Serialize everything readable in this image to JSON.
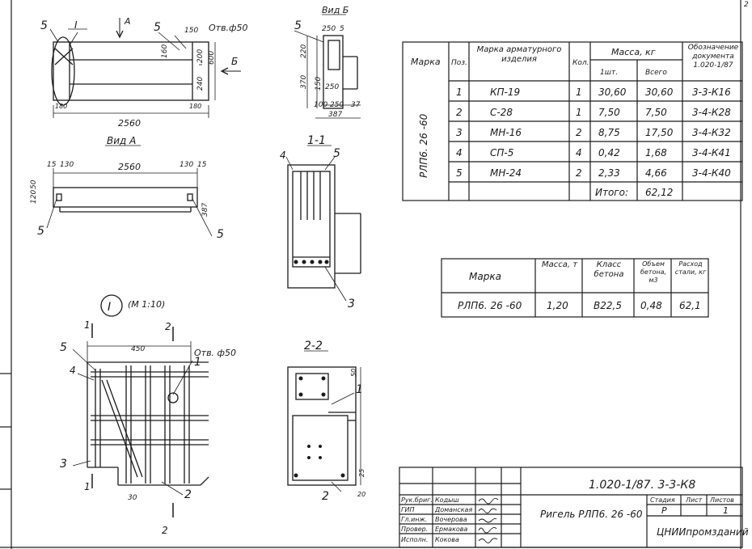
{
  "page_corner": "2",
  "drawing": {
    "view_labels": {
      "vid_b": "Вид Б",
      "vid_a": "Вид А",
      "section_1": "1-1",
      "section_2": "2-2",
      "node": "I",
      "node_scale": "(М 1:10)",
      "arrow_a": "А",
      "arrow_b": "Б"
    },
    "callouts": {
      "c1": "1",
      "c2": "2",
      "c3": "3",
      "c4": "4",
      "c5": "5",
      "roman": "I"
    },
    "dims_main": {
      "d_150": "150",
      "hole": "Отв.ф50",
      "d_160": "160",
      "d_200": "200",
      "d_600": "600",
      "d_240": "240",
      "d_180": "180",
      "d_2560": "2560"
    },
    "dims_vidb": {
      "d_250": "250",
      "d_5": "5",
      "d_220": "220",
      "d_370": "370",
      "d_150": "150",
      "d_250b": "250",
      "d_100": "100",
      "d_250c": "250",
      "d_37": "37",
      "d_387": "387"
    },
    "dims_vida": {
      "d_15": "15",
      "d_130": "130",
      "d_2560": "2560",
      "d_130r": "130",
      "d_15r": "15",
      "d_120": "120",
      "d_50": "50",
      "d_387": "387"
    },
    "dims_node": {
      "d_450": "450",
      "hole": "Отв. ф50",
      "d_30": "30"
    },
    "dims_sec2": {
      "d_50": "50",
      "d_25": "25",
      "d_20": "20"
    }
  },
  "spec_table": {
    "headers": {
      "marka": "Марка",
      "poz": "Поз.",
      "marka_arm": "Марка арматурного изделия",
      "kol": "Кол.",
      "massa": "Масса, кг",
      "one": "1шт.",
      "all": "Всего",
      "oboz": "Обозначение документа 1.020-1/87"
    },
    "marka_value": "РЛП6. 26 -60",
    "rows": [
      {
        "poz": "1",
        "item": "КП-19",
        "kol": "1",
        "m1": "30,60",
        "mall": "30,60",
        "doc": "3-3-К16"
      },
      {
        "poz": "2",
        "item": "С-28",
        "kol": "1",
        "m1": "7,50",
        "mall": "7,50",
        "doc": "3-4-К28"
      },
      {
        "poz": "3",
        "item": "МН-16",
        "kol": "2",
        "m1": "8,75",
        "mall": "17,50",
        "doc": "3-4-К32"
      },
      {
        "poz": "4",
        "item": "СП-5",
        "kol": "4",
        "m1": "0,42",
        "mall": "1,68",
        "doc": "3-4-К41"
      },
      {
        "poz": "5",
        "item": "МН-24",
        "kol": "2",
        "m1": "2,33",
        "mall": "4,66",
        "doc": "3-4-К40"
      }
    ],
    "total_label": "Итого:",
    "total_value": "62,12"
  },
  "summary_table": {
    "headers": {
      "marka": "Марка",
      "massa": "Масса, т",
      "klass": "Класс бетона",
      "obem": "Объем бетона, м3",
      "rashod": "Расход стали, кг"
    },
    "row": {
      "marka": "РЛП6. 26 -60",
      "massa": "1,20",
      "klass": "В22,5",
      "obem": "0,48",
      "rashod": "62,1"
    }
  },
  "title_block": {
    "code": "1.020-1/87. 3-3-К8",
    "name": "Ригель РЛП6. 26 -60",
    "stadia_label": "Стадия",
    "list_label": "Лист",
    "listov_label": "Листов",
    "stadia": "Р",
    "listov": "1",
    "org": "ЦНИИпромзданий",
    "staff": [
      {
        "role": "Рук.бриг.",
        "name": "Кодыш"
      },
      {
        "role": "ГИП",
        "name": "Доманская"
      },
      {
        "role": "Гл.инж.",
        "name": "Вочерова"
      },
      {
        "role": "Провер.",
        "name": "Ермакова"
      },
      {
        "role": "Исполн.",
        "name": "Кокова"
      }
    ]
  }
}
